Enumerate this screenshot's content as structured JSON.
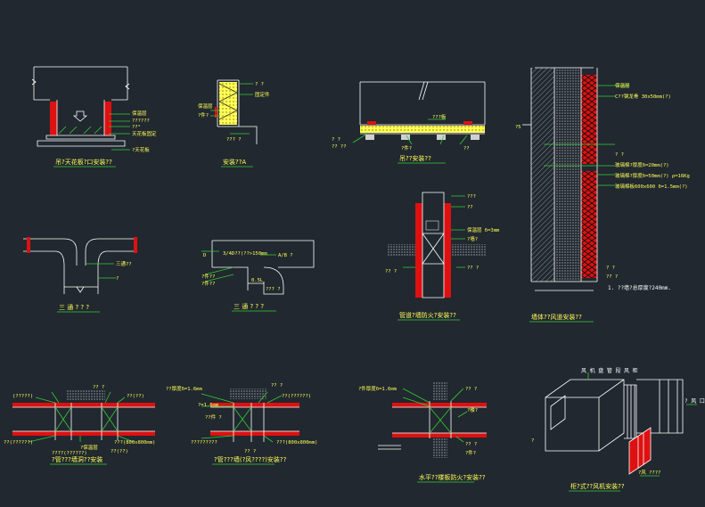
{
  "colors": {
    "background": "#212830",
    "linework": "#ffffff",
    "labels": "#ffff55",
    "leaders": "#33cc33",
    "insulation": "#dd1111"
  },
  "titles": {
    "ceiling_outlet": "吊?天花板?口安装??",
    "detail_a": "安装??A",
    "hanger": "吊??安装??",
    "wall_duct": "墙体??风道安装??",
    "tee1": "三 通 ? ? ?",
    "tee2": "三 通 ? ? ?",
    "fire_wall": "管道?墙防火?安装??",
    "wall_pass1": "?管???墙洞??安装",
    "wall_pass2": "?管???墙(?风????)安装??",
    "floor_pass": "水平??楼板防火?安装??",
    "fan_box": "柜?式??风机安装??"
  },
  "labels": {
    "c1_a": "保温层",
    "c1_b": "??????",
    "c1_c": "??°",
    "c1_d": "天花板固定",
    "c1_e": "?天花板",
    "a_1": "? ?",
    "a_2": "固定件",
    "a_3": "保温层",
    "a_4": "?件?",
    "a_5": "??? ?",
    "h_1": "???板",
    "h_2": "? ?",
    "h_3": "?? ??",
    "h_4": "?件?",
    "h_5": "??",
    "w_1": "保温层",
    "w_2": "C??钢龙骨 30x50mm(?)",
    "w_3": "? ?",
    "w_4": "玻璃棉?厚度δ=20mm(?)",
    "w_5": "玻璃棉?厚度δ=50mm(?) ρ=16Kg",
    "w_6": "玻璃棉板600x600 δ=1.5mm(?)",
    "w_7": "? ?",
    "w_8": "?? ?",
    "w_9": "1. ??墙?总厚度?240mm.",
    "w_dim": "?5",
    "t1_a": "三通??",
    "t1_b": "?",
    "t2_a": "3/4D??(??>150mm",
    "t2_b": "D",
    "t2_c": "A/B ?",
    "t2_d": "?件??",
    "t2_e": "?件??",
    "t2_f": "0.5L",
    "t2_g": "??? ?",
    "f_1": "???",
    "f_2": "??",
    "f_3": "保温层 δ=3mm",
    "f_4": "?墙?",
    "f_5": "?? ?",
    "f_6": "?? ?",
    "p1_1": "(?????)",
    "p1_2": "?? ?",
    "p1_3": "??(??)",
    "p1_4": "?保温层",
    "p1_5": "??(??????)",
    "p1_6": "???(800x800mm)",
    "p1_7": "????(??????)",
    "p1_8": "??(??)",
    "p2_1": "??厚度δ=1.6mm",
    "p2_2": "?=1.6mm",
    "p2_3": "?? ?",
    "p2_4": "??(??????)",
    "p2_5": "??件 ?",
    "p2_6": "?????????",
    "p2_7": "???(800x800mm)",
    "p2_8": "?? ?",
    "v_1": "?件厚度δ=1.6mm",
    "v_2": "?? ?",
    "v_3": "?楼?",
    "v_4": "?? ?",
    "v_5": "?件?",
    "fb_1": "风 机 盘 管 段 风 柜",
    "fb_2": "? 风 口",
    "fb_3": "?",
    "fb_4": "?风 ????"
  }
}
